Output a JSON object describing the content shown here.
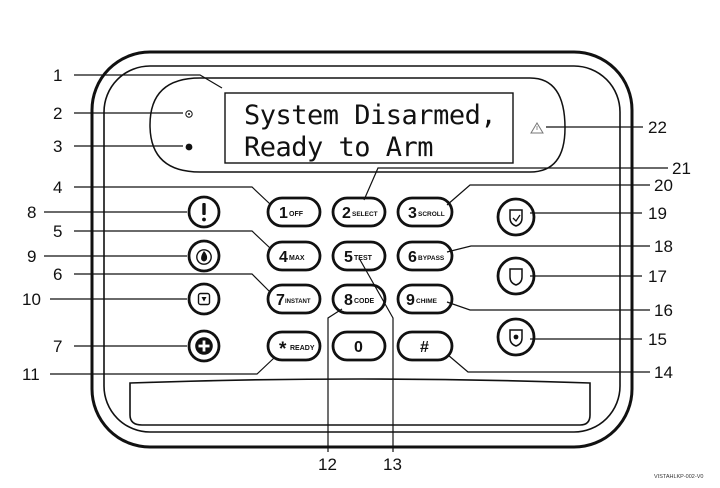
{
  "display": {
    "line1": "System Disarmed,",
    "line2": "Ready to Arm"
  },
  "keys": {
    "k1": {
      "num": "1",
      "sub": "OFF"
    },
    "k2": {
      "num": "2",
      "sub": "SELECT"
    },
    "k3": {
      "num": "3",
      "sub": "SCROLL"
    },
    "k4": {
      "num": "4",
      "sub": "MAX"
    },
    "k5": {
      "num": "5",
      "sub": "TEST"
    },
    "k6": {
      "num": "6",
      "sub": "BYPASS"
    },
    "k7": {
      "num": "7",
      "sub": "INSTANT"
    },
    "k8": {
      "num": "8",
      "sub": "CODE"
    },
    "k9": {
      "num": "9",
      "sub": "CHIME"
    },
    "kstar": {
      "num": "*",
      "sub": "READY"
    },
    "k0": {
      "num": "0",
      "sub": ""
    },
    "khash": {
      "num": "#",
      "sub": ""
    }
  },
  "panic_icons": {
    "emergency": "exclamation-icon",
    "fire": "flame-icon",
    "aux": "square-dot-icon",
    "medical": "plus-icon"
  },
  "function_icons": {
    "upper": "shield-check-icon",
    "middle": "shield-icon",
    "lower": "shield-dot-icon"
  },
  "callouts": [
    "1",
    "2",
    "3",
    "4",
    "5",
    "6",
    "7",
    "8",
    "9",
    "10",
    "11",
    "12",
    "13",
    "14",
    "15",
    "16",
    "17",
    "18",
    "19",
    "20",
    "21",
    "22"
  ],
  "footer_code": "VISTAHLKP-002-V0"
}
